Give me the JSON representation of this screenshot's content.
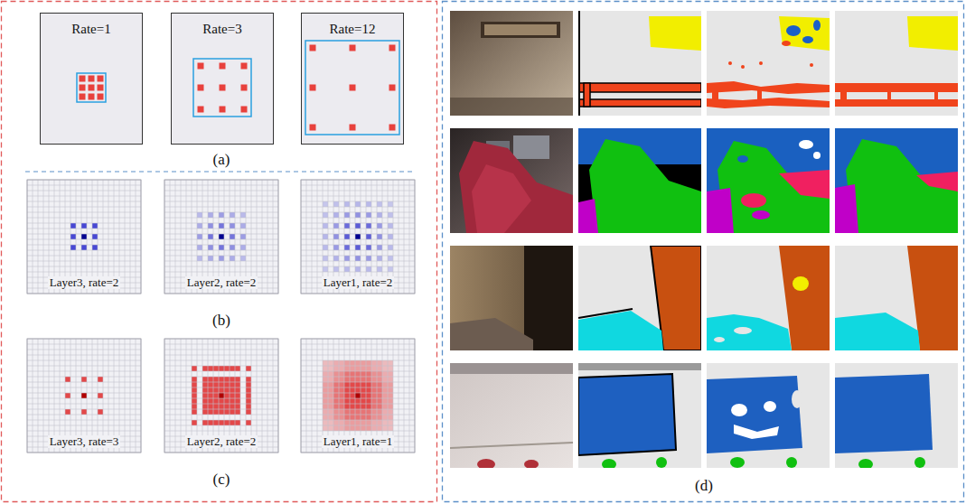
{
  "diagram": {
    "nodes": [
      {
        "text": [
          "Rate=1"
        ]
      },
      {
        "text": [
          "Rate=3"
        ]
      },
      {
        "text": [
          "Rate=12"
        ]
      },
      {
        "text": [
          "Layer3, rate=2"
        ]
      },
      {
        "text": [
          "Layer2, rate=2"
        ]
      },
      {
        "text": [
          "Layer1, rate=2"
        ]
      },
      {
        "text": [
          "Layer3, rate=3"
        ]
      },
      {
        "text": [
          "Layer2, rate=2"
        ]
      },
      {
        "text": [
          "Layer1, rate=1"
        ]
      }
    ],
    "labels": [
      "(a)",
      "(b)",
      "(c)",
      "(d)"
    ]
  }
}
